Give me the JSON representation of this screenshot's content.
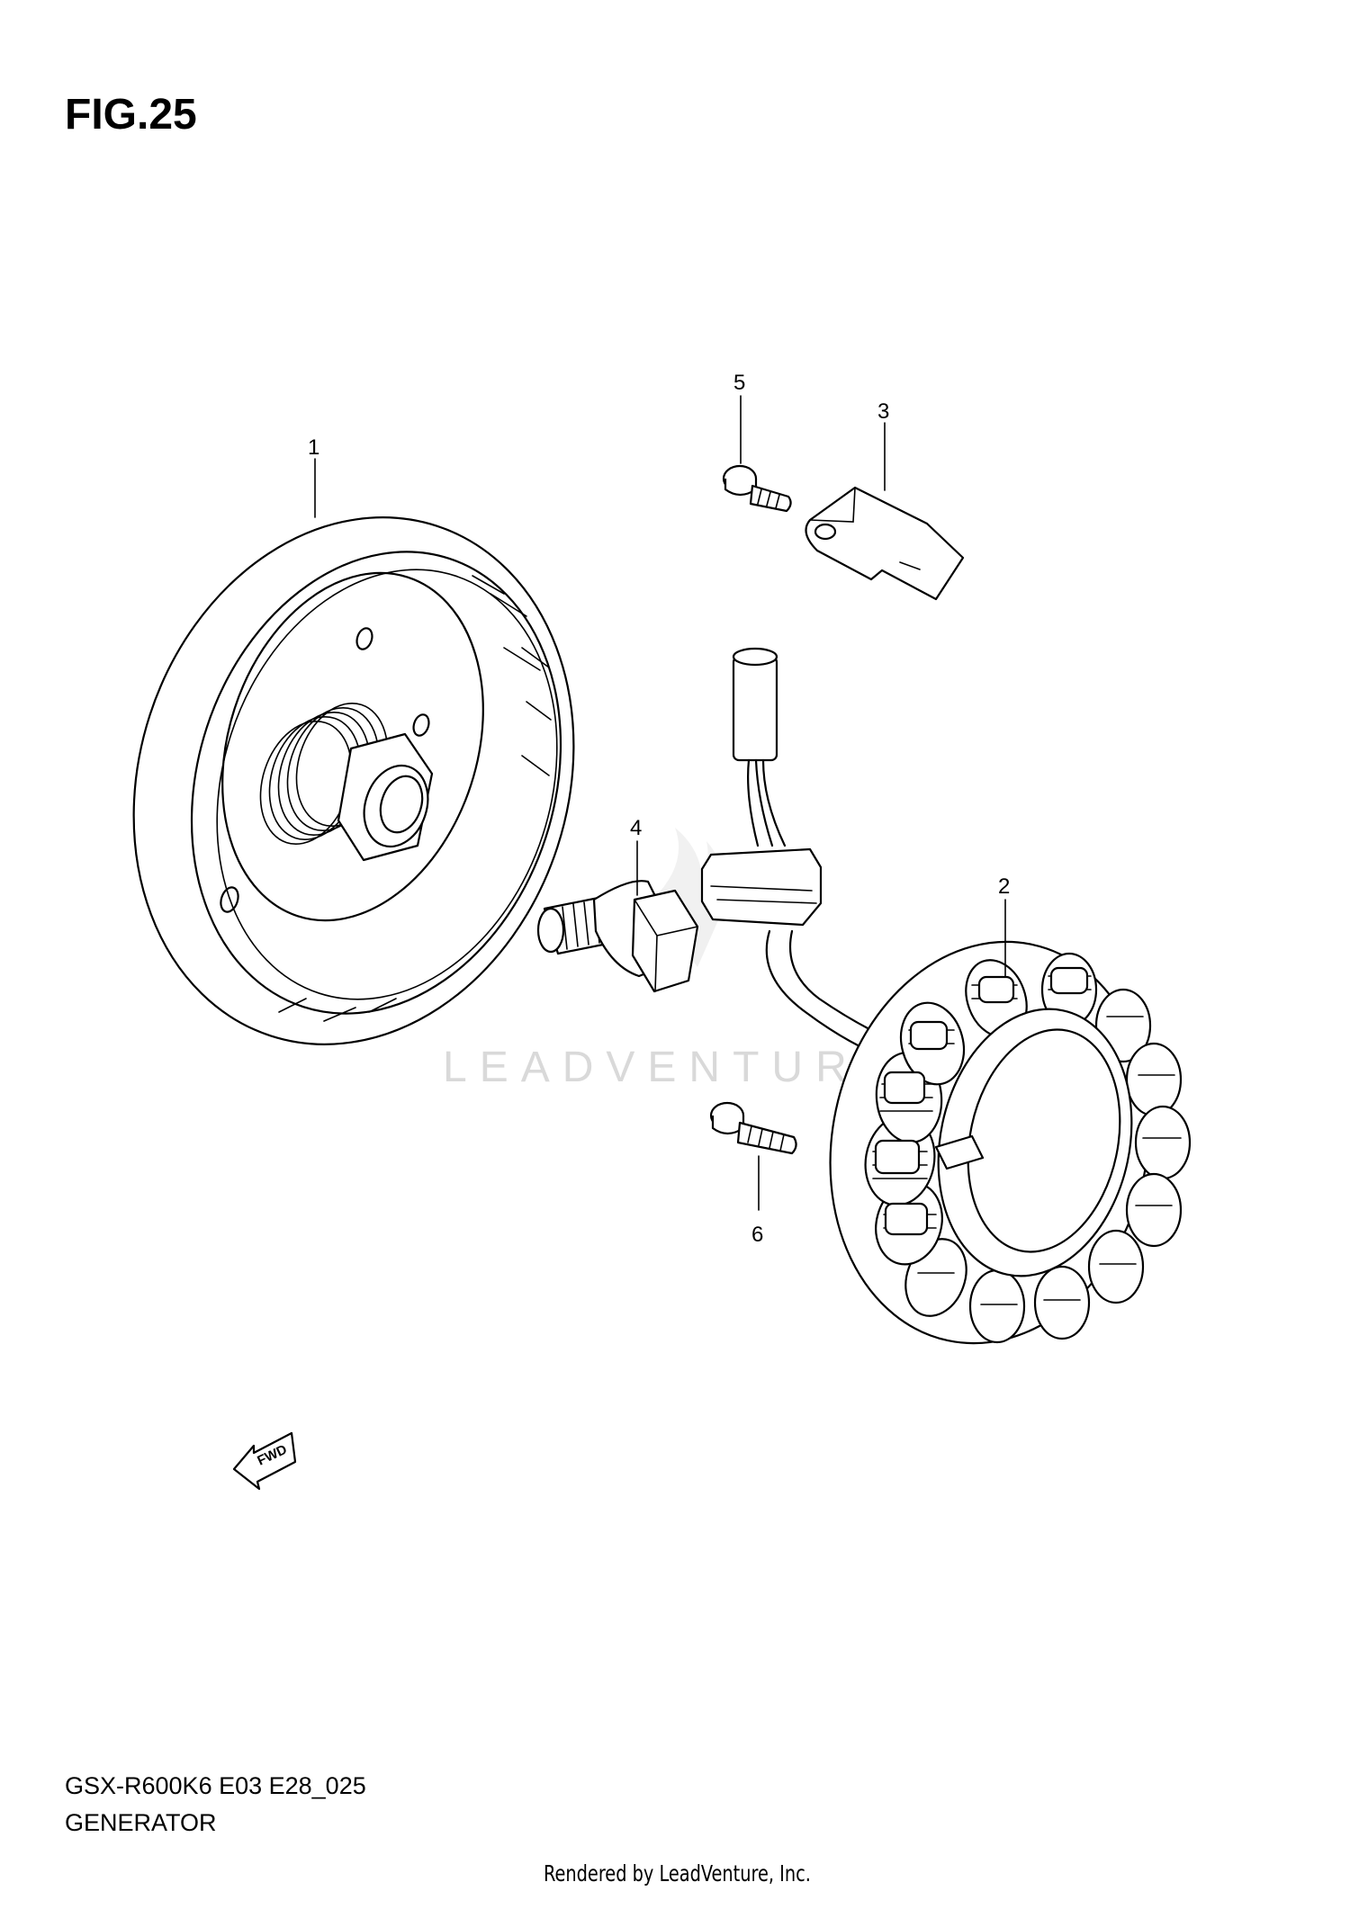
{
  "figure": {
    "title": "FIG.25",
    "code": "GSX-R600K6 E03 E28_025",
    "name": "GENERATOR"
  },
  "footer": {
    "rendered_by": "Rendered by LeadVenture, Inc."
  },
  "watermark": {
    "text": "LEADVENTURE"
  },
  "callouts": {
    "c1": "1",
    "c2": "2",
    "c3": "3",
    "c4": "4",
    "c5": "5",
    "c6": "6"
  },
  "fwd_arrow": {
    "label": "FWD"
  },
  "colors": {
    "ink": "#000000",
    "watermark": "#d9d9d9",
    "background": "#ffffff"
  }
}
